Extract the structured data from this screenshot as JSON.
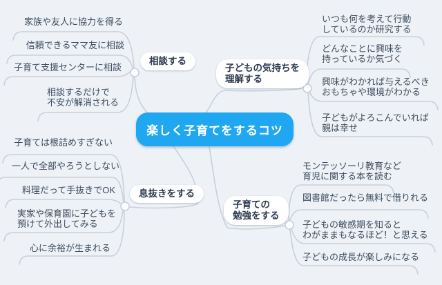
{
  "central": {
    "label": "楽しく子育てをするコツ"
  },
  "branches": [
    {
      "label": "相談する",
      "children": [
        "家族や友人に協力を得る",
        "信頼できるママ友に相談",
        "子育て支援センターに相談",
        "相談するだけで\n不安が解消される"
      ]
    },
    {
      "label": "子どもの気持ちを\n理解する",
      "children": [
        "いつも何を考えて行動\nしているのか研究する",
        "どんなことに興味を\n持っているか気づく",
        "興味がわかれば与えるべき\nおもちゃや環境がわかる",
        "子どもがよろこんでいれば\n親は幸せ"
      ]
    },
    {
      "label": "息抜きをする",
      "children": [
        "子育ては根詰めすぎない",
        "一人で全部やろうとしない",
        "料理だって手抜きでOK",
        "実家や保育園に子どもを\n預けて外出してみる",
        "心に余裕が生まれる"
      ]
    },
    {
      "label": "子育ての\n勉強をする",
      "children": [
        "モンテッソーリ教育など\n育児に関する本を読む",
        "図書館だったら無料で借りれる",
        "子どもの敏感期を知ると\nわがままもなるほど！と思える",
        "子どもの成長が楽しみになる"
      ]
    }
  ],
  "colors": {
    "bg": "#eef2f7",
    "line": "#c9cfd9",
    "accent": "#1fa7f1",
    "node-fill": "#ffffff",
    "branch-text": "#2d3b4e",
    "leaf-text": "#3c4b5d",
    "central-text": "#ffffff"
  }
}
